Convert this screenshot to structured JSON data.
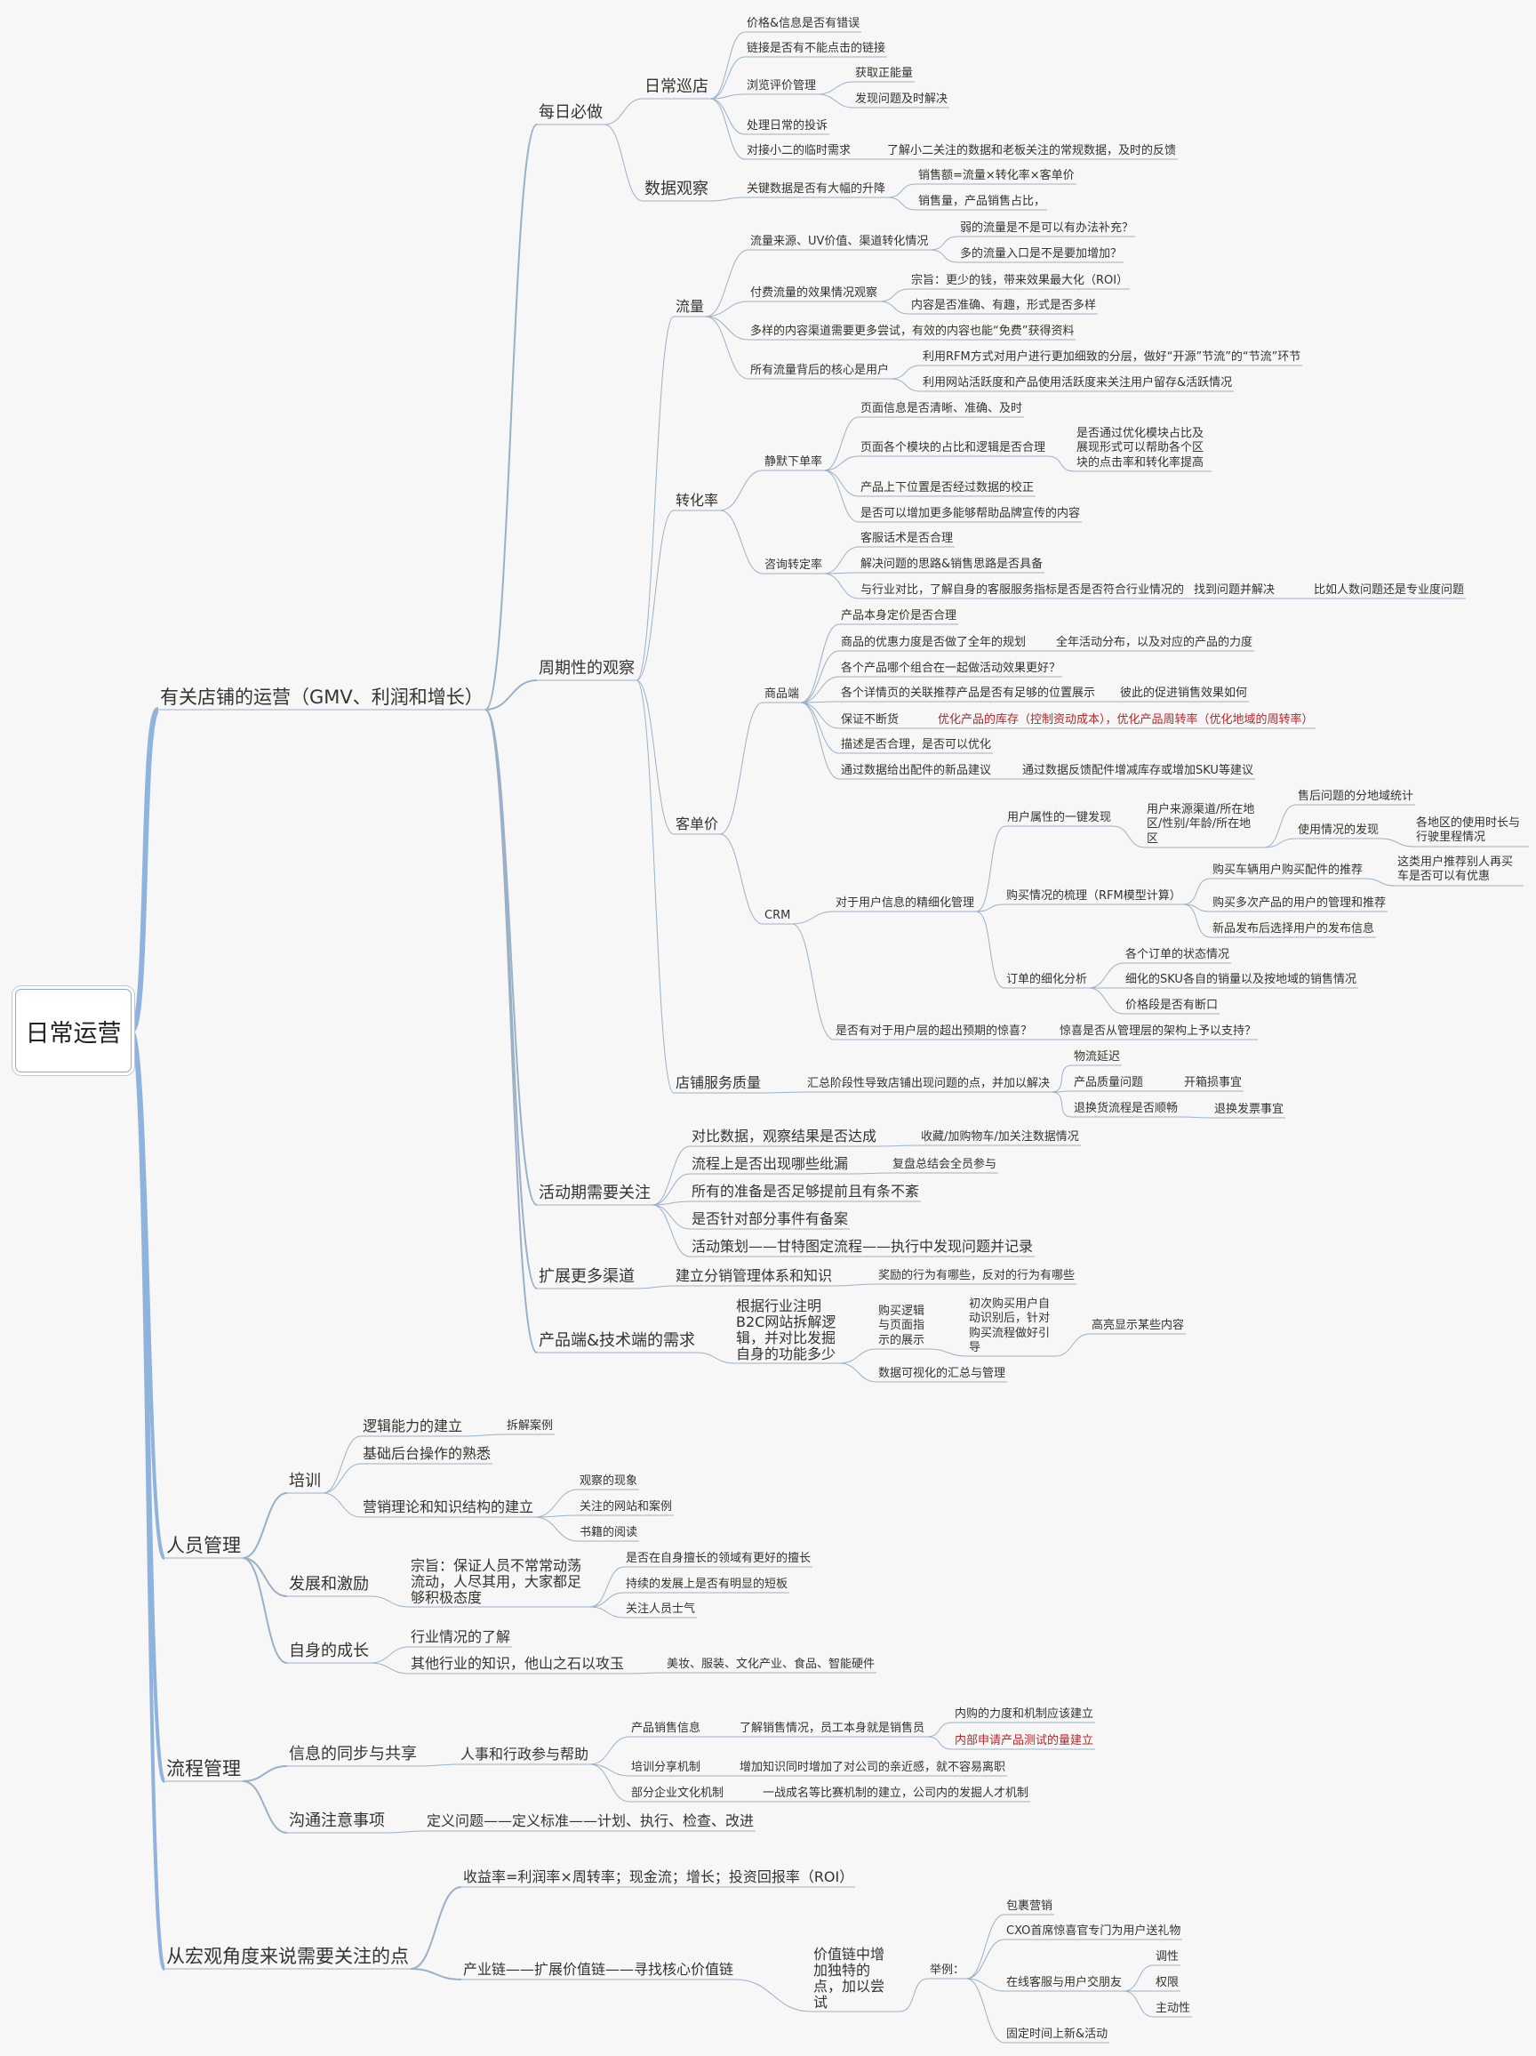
{
  "root": "日常运营",
  "nodes": {
    "shop_ops": "有关店铺的运营（GMV、利润和增长）",
    "daily": "每日必做",
    "patrol": "日常巡店",
    "price_check": "价格&信息是否有错误",
    "link_check": "链接是否有不能点击的链接",
    "review_mgmt": "浏览评价管理",
    "positive": "获取正能量",
    "find_issue": "发现问题及时解决",
    "complaint": "处理日常的投诉",
    "xiao_er": "对接小二的临时需求",
    "xiao_er_note": "了解小二关注的数据和老板关注的常规数据，及时的反馈",
    "data_watch": "数据观察",
    "key_data": "关键数据是否有大幅的升降",
    "sales_formula": "销售额=流量×转化率×客单价",
    "sales_share": "销售量，产品销售占比，",
    "periodic": "周期性的观察",
    "traffic": "流量",
    "traffic_source": "流量来源、UV价值、渠道转化情况",
    "weak_traffic": "弱的流量是不是可以有办法补充？",
    "many_entries": "多的流量入口是不是要加增加？",
    "paid_traffic": "付费流量的效果情况观察",
    "roi_tenet": "宗旨：更少的钱，带来效果最大化（ROI）",
    "content_check": "内容是否准确、有趣，形式是否多样",
    "content_channels": "多样的内容渠道需要更多尝试，有效的内容也能“免费”获得资料",
    "core_user": "所有流量背后的核心是用户",
    "rfm_layer": "利用RFM方式对用户进行更加细致的分层，做好“开源”节流”的“节流”环节",
    "activity": "利用网站活跃度和产品使用活跃度来关注用户留存&活跃情况",
    "conversion": "转化率",
    "silent": "静默下单率",
    "page_info": "页面信息是否清晰、准确、及时",
    "module_ratio": "页面各个模块的占比和逻辑是否合理",
    "module_note": "是否通过优化模块占比及展现形式可以帮助各个区块的点击率和转化率提高",
    "product_pos": "产品上下位置是否经过数据的校正",
    "brand_content": "是否可以增加更多能够帮助品牌宣传的内容",
    "consult": "咨询转定率",
    "cs_script": "客服话术是否合理",
    "solve_idea": "解决问题的思路&销售思路是否具备",
    "industry_compare": "与行业对比，了解自身的客服服务指标是否是否符合行业情况的",
    "find_solve": "找到问题并解决",
    "human_or_pro": "比如人数问题还是专业度问题",
    "aov": "客单价",
    "product_end": "商品端",
    "pricing": "产品本身定价是否合理",
    "discount": "商品的优惠力度是否做了全年的规划",
    "discount_note": "全年活动分布，以及对应的产品的力度",
    "combo": "各个产品哪个组合在一起做活动效果更好？",
    "related": "各个详情页的关联推荐产品是否有足够的位置展示",
    "related_note": "彼此的促进销售效果如何",
    "stock": "保证不断货",
    "stock_note": "优化产品的库存（控制资动成本），优化产品周转率（优化地域的周转率）",
    "desc": "描述是否合理，是否可以优化",
    "new_acc": "通过数据给出配件的新品建议",
    "new_acc_note": "通过数据反馈配件增减库存或增加SKU等建议",
    "crm": "CRM",
    "fine_mgmt": "对于用户信息的精细化管理",
    "attr_find": "用户属性的一键发现",
    "source_region": "用户来源渠道/所在地区/性别/年龄/所在地区",
    "after_sale": "售后问题的分地域统计",
    "usage": "使用情况的发现",
    "usage_note": "各地区的使用时长与行驶里程情况",
    "purchase": "购买情况的梳理（RFM模型计算）",
    "buyer_recommend": "购买车辆用户购买配件的推荐",
    "buyer_recommend_note": "这类用户推荐别人再买车是否可以有优惠",
    "multi_buyer": "购买多次产品的用户的管理和推荐",
    "new_release": "新品发布后选择用户的发布信息",
    "order_detail": "订单的细化分析",
    "order_status": "各个订单的状态情况",
    "sku_sales": "细化的SKU各自的销量以及按地域的销售情况",
    "price_abnormal": "价格段是否有断口",
    "surprise": "是否有对于用户层的超出预期的惊喜？",
    "surprise_note": "惊喜是否从管理层的架构上予以支持？",
    "service_quality": "店铺服务质量",
    "service_summary": "汇总阶段性导致店铺出现问题的点，并加以解决",
    "logistics": "物流延迟",
    "quality_issue": "产品质量问题",
    "quality_note": "开箱损事宜",
    "return_flow": "退换货流程是否顺畅",
    "return_note": "退换发票事宜",
    "campaign": "活动期需要关注",
    "compare_data": "对比数据，观察结果是否达成",
    "compare_note": "收藏/加购物车/加关注数据情况",
    "process_gap": "流程上是否出现哪些纰漏",
    "process_note": "复盘总结会全员参与",
    "prepare": "所有的准备是否足够提前且有条不紊",
    "backup": "是否针对部分事件有备案",
    "plan": "活动策划——甘特图定流程——执行中发现问题并记录",
    "channels": "扩展更多渠道",
    "distribution": "建立分销管理体系和知识",
    "distribution_note": "奖励的行为有哪些，反对的行为有哪些",
    "product_tech": "产品端&技术端的需求",
    "teardown": "根据行业注明B2C网站拆解逻辑，并对比发掘自身的功能多少",
    "logic_display": "购买逻辑与页面指示的展示",
    "first_buy": "初次购买用户自动识别后，针对购买流程做好引导",
    "highlight": "高亮显示某些内容",
    "data_viz": "数据可视化的汇总与管理",
    "people": "人员管理",
    "training": "培训",
    "logic_build": "逻辑能力的建立",
    "case_study": "拆解案例",
    "backend": "基础后台操作的熟悉",
    "marketing": "营销理论和知识结构的建立",
    "observe": "观察的现象",
    "websites": "关注的网站和案例",
    "reading": "书籍的阅读",
    "growth_incentive": "发展和激励",
    "tenet_staff": "宗旨：保证人员不常常动荡流动，人尽其用，大家都足够积极态度",
    "strengths": "是否在自身擅长的领域有更好的擅长",
    "short_board": "持续的发展上是否有明显的短板",
    "morale": "关注人员士气",
    "self_growth": "自身的成长",
    "industry": "行业情况的了解",
    "other_industry": "其他行业的知识，他山之石以攻玉",
    "other_list": "美妆、服装、文化产业、食品、智能硬件",
    "process_mgmt": "流程管理",
    "info_sync": "信息的同步与共享",
    "hr_admin": "人事和行政参与帮助",
    "product_sales": "产品销售信息",
    "sales_aware": "了解销售情况，员工本身就是销售员",
    "internal_buy": "内购的力度和机制应该建立",
    "internal_apply": "内部申请产品测试的量建立",
    "share_mech": "培训分享机制",
    "share_note": "增加知识同时增加了对公司的亲近感，就不容易离职",
    "culture": "部分企业文化机制",
    "culture_note": "一战成名等比赛机制的建立，公司内的发掘人才机制",
    "comm": "沟通注意事项",
    "comm_flow": "定义问题——定义标准——计划、执行、检查、改进",
    "macro": "从宏观角度来说需要关注的点",
    "return_rate": "收益率=利润率×周转率；现金流；增长；投资回报率（ROI）",
    "value_chain": "产业链——扩展价值链——寻找核心价值链",
    "value_add": "价值链中增加独特的点，加以尝试",
    "example": "举例：",
    "package": "包裹营销",
    "cxo": "CXO首席惊喜官专门为用户送礼物",
    "online_cs": "在线客服与用户交朋友",
    "tone": "调性",
    "authority": "权限",
    "proactive": "主动性",
    "fixed_time": "固定时间上新&活动"
  },
  "colors": {
    "branch": "#8fb3dd",
    "line": "#9bb0c7",
    "red": "#b8252b"
  }
}
